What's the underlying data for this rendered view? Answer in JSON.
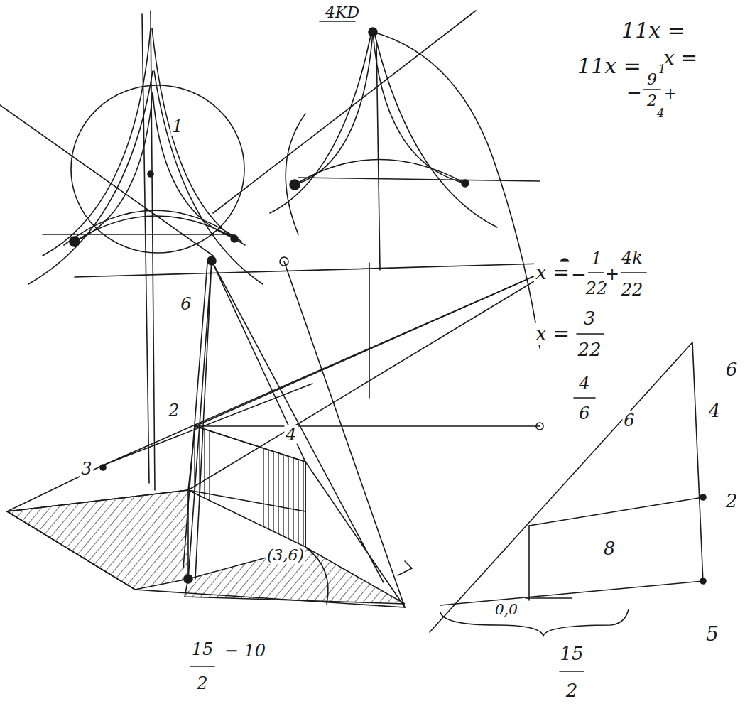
{
  "diagram": {
    "labels": [
      "4KD",
      "11x =",
      "x =",
      "11x =",
      "−",
      "9",
      "2",
      "+",
      "1",
      "4",
      "x =",
      "−",
      "1",
      "22",
      "+",
      "4k",
      "22",
      "x =",
      "3",
      "22",
      "4",
      "6",
      "6",
      "6",
      "4",
      "2",
      "8",
      "0,0",
      "5",
      "15",
      "2",
      "15",
      "2",
      "− 10",
      "1",
      "6",
      "2",
      "3",
      "4",
      "(3,6)"
    ]
  }
}
